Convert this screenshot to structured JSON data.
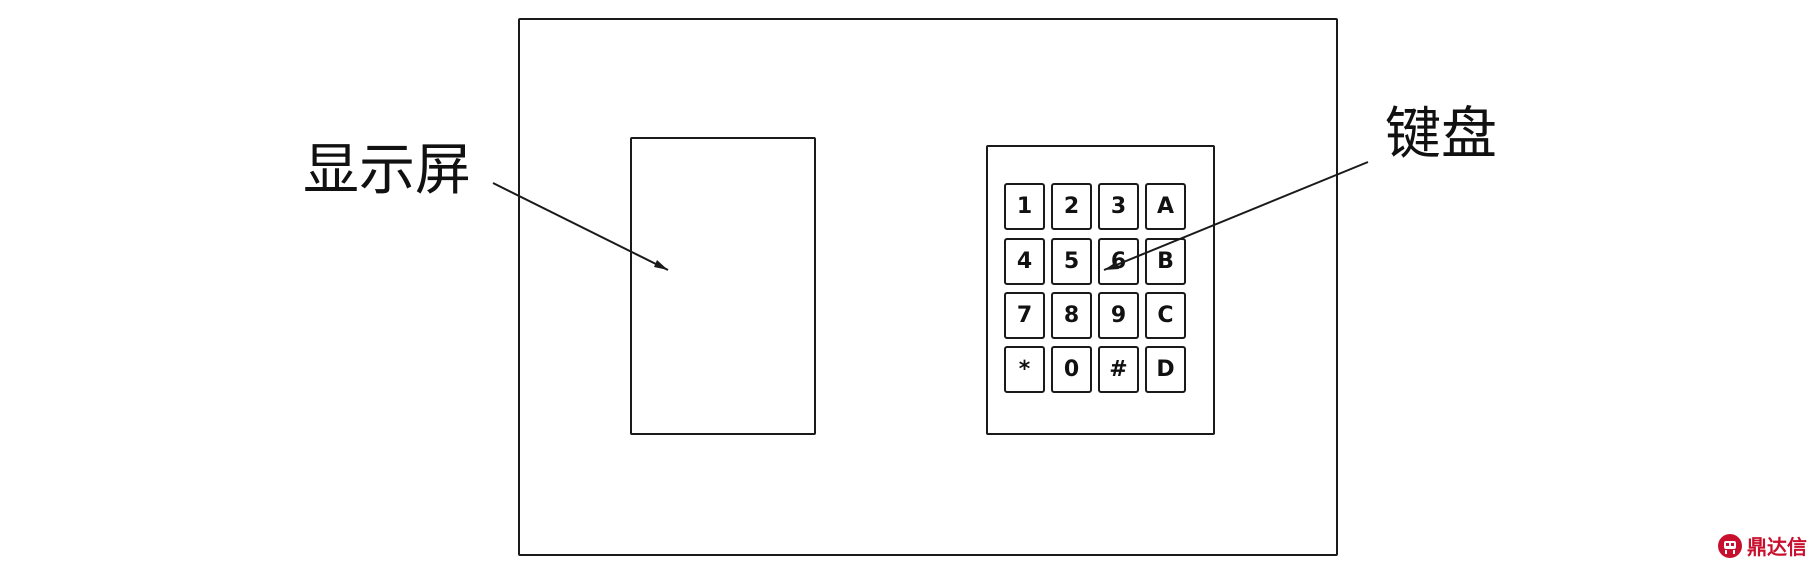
{
  "diagram": {
    "labels": {
      "screen": "显示屏",
      "keypad": "键盘"
    },
    "keypad_keys": [
      [
        "1",
        "2",
        "3",
        "A"
      ],
      [
        "4",
        "5",
        "6",
        "B"
      ],
      [
        "7",
        "8",
        "9",
        "C"
      ],
      [
        "*",
        "0",
        "#",
        "D"
      ]
    ]
  },
  "watermark": {
    "text": "鼎达信",
    "color": "#c8102e"
  }
}
